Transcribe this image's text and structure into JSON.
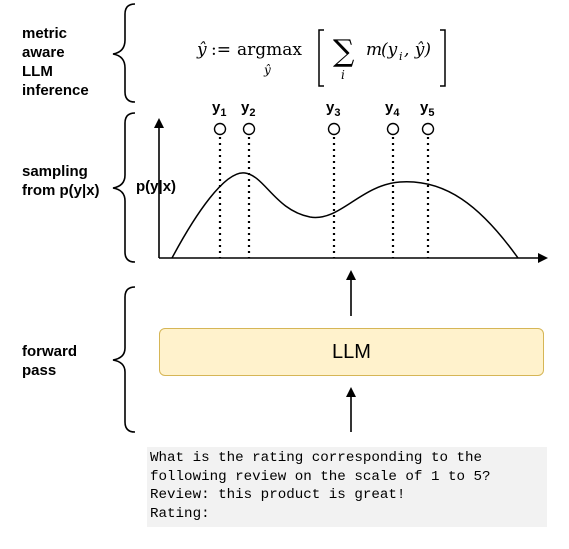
{
  "stages": {
    "metric": "metric\naware\nLLM\ninference",
    "sampling": "sampling\nfrom p(y|x)",
    "forward": "forward\npass"
  },
  "formula": {
    "y_hat": "ŷ",
    "assign": ":=",
    "argmax": "argmax",
    "argmax_sub": "ŷ",
    "sum": "∑",
    "sum_sub": "i",
    "term_m": "m",
    "term_args": "(y",
    "term_i": "i",
    "term_rest": ", ŷ)"
  },
  "axis": {
    "ylabel": "p(y|x)"
  },
  "samples": [
    {
      "letter": "y",
      "sub": "1"
    },
    {
      "letter": "y",
      "sub": "2"
    },
    {
      "letter": "y",
      "sub": "3"
    },
    {
      "letter": "y",
      "sub": "4"
    },
    {
      "letter": "y",
      "sub": "5"
    }
  ],
  "llm": {
    "label": "LLM"
  },
  "prompt": {
    "lines": [
      "What is the rating corresponding to the",
      "following review on the scale of 1 to 5?",
      "Review: this product is great!",
      "Rating:"
    ]
  },
  "colors": {
    "llm_fill": "#fff2cc",
    "llm_border": "#d6b656",
    "prompt_bg": "#f2f2f2"
  }
}
